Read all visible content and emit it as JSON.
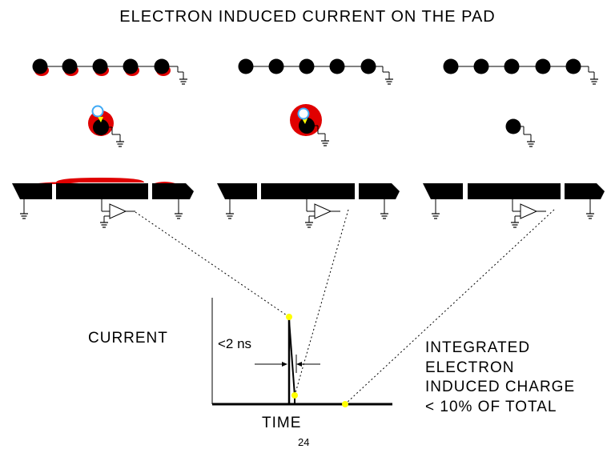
{
  "title": "ELECTRON INDUCED CURRENT ON THE PAD",
  "axis": {
    "y_label": "CURRENT",
    "x_label": "TIME"
  },
  "pulse_width_label": "<2 ns",
  "note_lines": [
    "INTEGRATED",
    "ELECTRON",
    "INDUCED CHARGE",
    "< 10% OF TOTAL"
  ],
  "page_number": "24",
  "colors": {
    "ink": "#000000",
    "induced_charge": "#e00000",
    "electron": "#3fa9f5",
    "marker": "#ffff00",
    "background": "#ffffff"
  },
  "panel_icons": [
    "wire-row-icon",
    "electron-avalanche-icon",
    "cathode-pad-row-icon",
    "preamplifier-icon",
    "ground-icon"
  ]
}
